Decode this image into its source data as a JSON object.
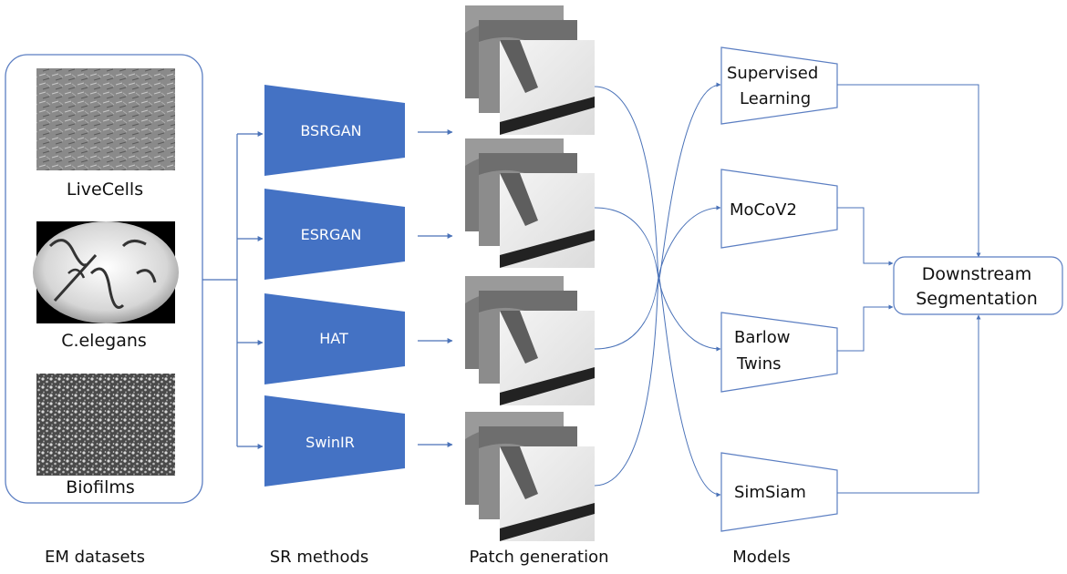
{
  "datasets": {
    "items": [
      {
        "label": "LiveCells"
      },
      {
        "label": "C.elegans"
      },
      {
        "label": "Biofilms"
      }
    ]
  },
  "sr_methods": {
    "items": [
      {
        "label": "BSRGAN"
      },
      {
        "label": "ESRGAN"
      },
      {
        "label": "HAT"
      },
      {
        "label": "SwinIR"
      }
    ]
  },
  "models": {
    "items": [
      {
        "line1": "Supervised",
        "line2": "Learning"
      },
      {
        "line1": "MoCoV2",
        "line2": ""
      },
      {
        "line1": "Barlow",
        "line2": "Twins"
      },
      {
        "line1": "SimSiam",
        "line2": ""
      }
    ]
  },
  "downstream": {
    "line1": "Downstream",
    "line2": "Segmentation"
  },
  "columns": {
    "em_datasets": "EM datasets",
    "sr_methods": "SR methods",
    "patch_generation": "Patch generation",
    "models": "Models"
  },
  "colors": {
    "sr_fill": "#4472c4",
    "line": "#4a72b8",
    "box_stroke": "#5b7ec2"
  }
}
